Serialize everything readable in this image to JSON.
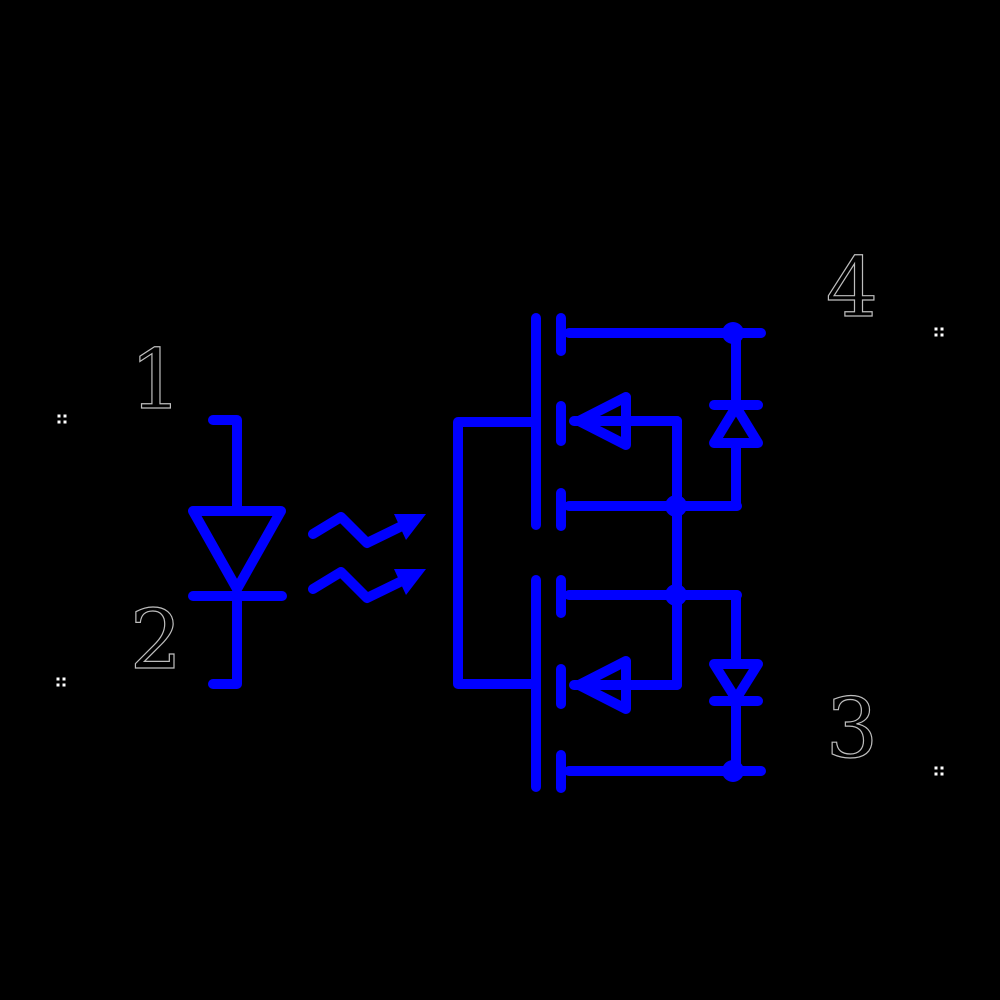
{
  "diagram": {
    "kind": "schematic-symbol",
    "subject": "photomos-solid-state-relay-optocoupler",
    "components": {
      "input": "led-emitter",
      "coupling": "optical-link-arrows",
      "output": "dual-n-channel-mosfet-common-source-with-body-diodes"
    }
  },
  "colors": {
    "background": "#000000",
    "line": "#0000ff",
    "label_fill": "#000000",
    "label_outline": "#bdbdbd",
    "mark": "#ffffff"
  },
  "pins": {
    "pin1": {
      "label": "1"
    },
    "pin2": {
      "label": "2"
    },
    "pin3": {
      "label": "3"
    },
    "pin4": {
      "label": "4"
    }
  }
}
